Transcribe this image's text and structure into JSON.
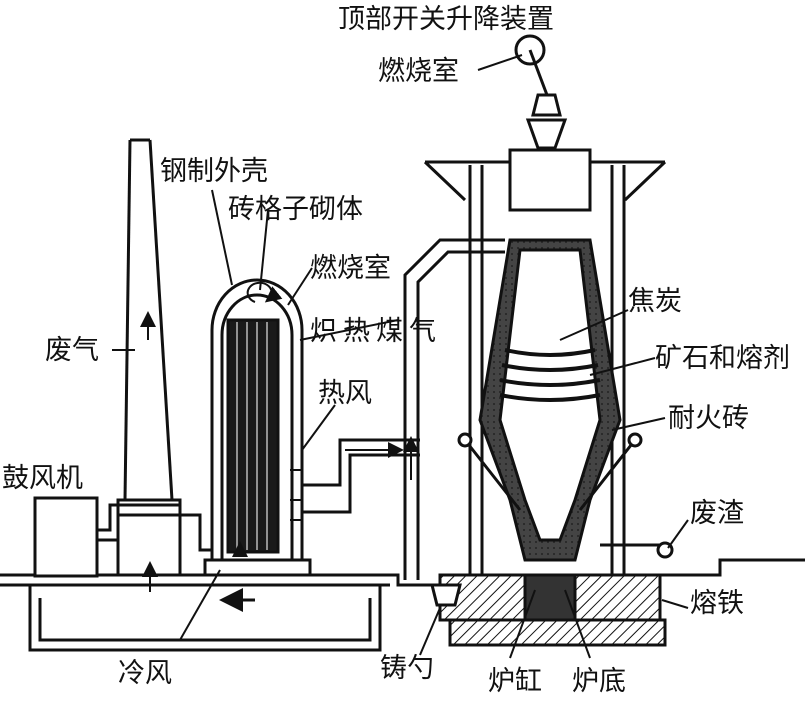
{
  "labels": {
    "top_switch": "顶部开关升降装置",
    "combustion_top": "燃烧室",
    "steel_shell": "钢制外壳",
    "checker_brick": "砖格子砌体",
    "combustion_stove": "燃烧室",
    "hot_gas": "炽热煤气",
    "exhaust": "废气",
    "hot_air": "热风",
    "blower": "鼓风机",
    "cold_air": "冷风",
    "coke": "焦炭",
    "ore_flux": "矿石和熔剂",
    "refractory": "耐火砖",
    "slag": "废渣",
    "molten_iron": "熔铁",
    "ladle": "铸勺",
    "hearth": "炉缸",
    "bottom": "炉底"
  },
  "colors": {
    "ink": "#111111",
    "paper": "#ffffff"
  }
}
